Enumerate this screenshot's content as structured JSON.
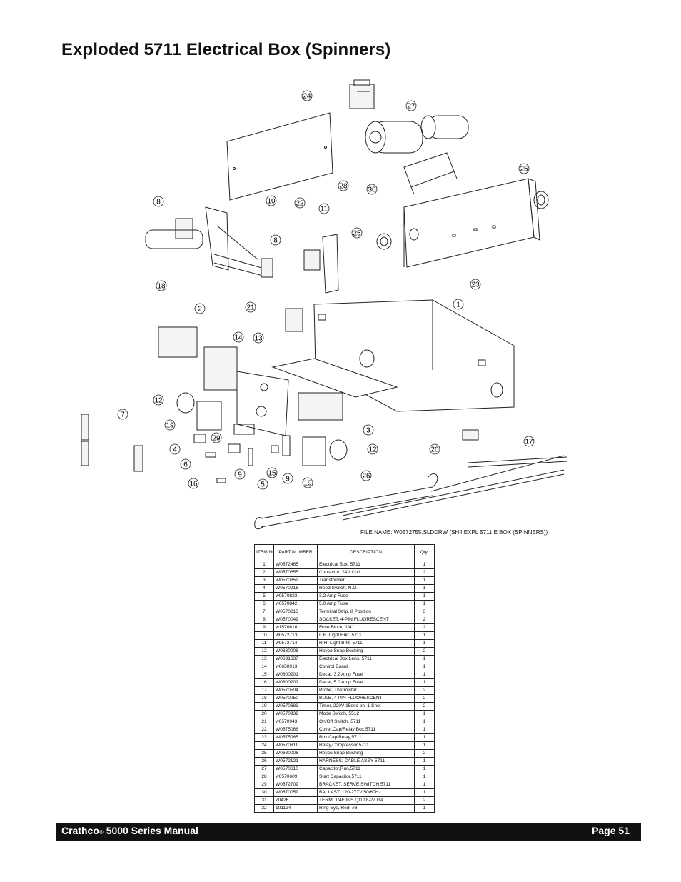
{
  "page": {
    "title": "Exploded 5711 Electrical Box (Spinners)",
    "file_name": "FILE NAME:  W0572755.SLDDRW (SH4 EXPL 5711 E BOX (SPINNERS))"
  },
  "callouts": [
    "24",
    "27",
    "25",
    "28",
    "30",
    "22",
    "10",
    "8",
    "11",
    "25",
    "8",
    "18",
    "23",
    "1",
    "2",
    "21",
    "14",
    "13",
    "12",
    "7",
    "19",
    "29",
    "4",
    "6",
    "9",
    "5",
    "3",
    "15",
    "9",
    "19",
    "12",
    "20",
    "17",
    "26",
    "16"
  ],
  "table": {
    "headers": {
      "item": "ITEM NO.",
      "part": "PART NUMBER",
      "desc": "DESCRIPTION",
      "qty": "Qty."
    },
    "rows": [
      {
        "item": "1",
        "part": "W0572465",
        "desc": "Electrical Box, 5711",
        "qty": "1"
      },
      {
        "item": "2",
        "part": "W0570655",
        "desc": "Contactor, 24V Coil",
        "qty": "2"
      },
      {
        "item": "3",
        "part": "W0570659",
        "desc": "Transformer",
        "qty": "1"
      },
      {
        "item": "4",
        "part": "W0570916",
        "desc": "Reed Switch, N.O.",
        "qty": "1"
      },
      {
        "item": "5",
        "part": "w0570823",
        "desc": "3.2  Amp Fuse",
        "qty": "1"
      },
      {
        "item": "6",
        "part": "w0570842",
        "desc": "5.0  Amp Fuse",
        "qty": "1"
      },
      {
        "item": "7",
        "part": "W0570213",
        "desc": "Terminal Strip, 8 Position",
        "qty": "3"
      },
      {
        "item": "8",
        "part": "W0570049",
        "desc": "SOCKET, 4-PIN FLUORESCENT",
        "qty": "2"
      },
      {
        "item": "9",
        "part": "w1570616",
        "desc": "Fuse Block, 1/4\"",
        "qty": "2"
      },
      {
        "item": "10",
        "part": "w0572713",
        "desc": "L.H. Light Brkt. 5711",
        "qty": "1"
      },
      {
        "item": "11",
        "part": "w0572714",
        "desc": "R.H. Light Brkt. 5711",
        "qty": "1"
      },
      {
        "item": "12",
        "part": "W0630008",
        "desc": "Heyco Snap Bushing",
        "qty": "2"
      },
      {
        "item": "13",
        "part": "W0631637",
        "desc": "Electrical Box Lens, 5711",
        "qty": "1"
      },
      {
        "item": "14",
        "part": "w0650913",
        "desc": "Control Board",
        "qty": "1"
      },
      {
        "item": "15",
        "part": "W0600201",
        "desc": "Decal, 3.2 Amp Fuse",
        "qty": "1"
      },
      {
        "item": "16",
        "part": "W0600202",
        "desc": "Decal, 5.0 Amp Fuse",
        "qty": "1"
      },
      {
        "item": "17",
        "part": "W0570504",
        "desc": "Probe, Thermister",
        "qty": "2"
      },
      {
        "item": "18",
        "part": "W0570050",
        "desc": "BULB, 4-PIN FLUORESCENT",
        "qty": "2"
      },
      {
        "item": "19",
        "part": "W0570683",
        "desc": "Timer, 220V 15sec on, 1 Shot",
        "qty": "2"
      },
      {
        "item": "20",
        "part": "W0570939",
        "desc": "Mode Switch, 5512",
        "qty": "1"
      },
      {
        "item": "21",
        "part": "w0570943",
        "desc": "On/Off Switch, 5711",
        "qty": "1"
      },
      {
        "item": "22",
        "part": "W0575066",
        "desc": "Cover,Cap/Relay Box,5711",
        "qty": "1"
      },
      {
        "item": "23",
        "part": "W0575065",
        "desc": "Box,Cap/Relay,5711",
        "qty": "1"
      },
      {
        "item": "24",
        "part": "W0570611",
        "desc": "Relay,Compressor,5711",
        "qty": "1"
      },
      {
        "item": "25",
        "part": "W0630006",
        "desc": "Heyco Snap Bushing",
        "qty": "2"
      },
      {
        "item": "26",
        "part": "W0572121",
        "desc": "HARNESS, CABLE ASSY 5711",
        "qty": "1"
      },
      {
        "item": "27",
        "part": "W0570610",
        "desc": "Capacitor,Run,5711",
        "qty": "1"
      },
      {
        "item": "28",
        "part": "w0570609",
        "desc": "Start Capacitor,5711",
        "qty": "1"
      },
      {
        "item": "29",
        "part": "W0572709",
        "desc": "BRACKET, SERVE SWITCH 5711",
        "qty": "1"
      },
      {
        "item": "30",
        "part": "W0570059",
        "desc": "BALLAST, 120-277V 50/60Hz",
        "qty": "1"
      },
      {
        "item": "31",
        "part": "70426",
        "desc": "TERM, 1/4F INS QD 18-22 GA",
        "qty": "2"
      },
      {
        "item": "32",
        "part": "101124",
        "desc": "Ring Eye, Red, #8",
        "qty": "1"
      }
    ]
  },
  "footer": {
    "brand": "Crathco",
    "reg": "®",
    "manual": " 5000 Series Manual",
    "page": "Page 51"
  }
}
